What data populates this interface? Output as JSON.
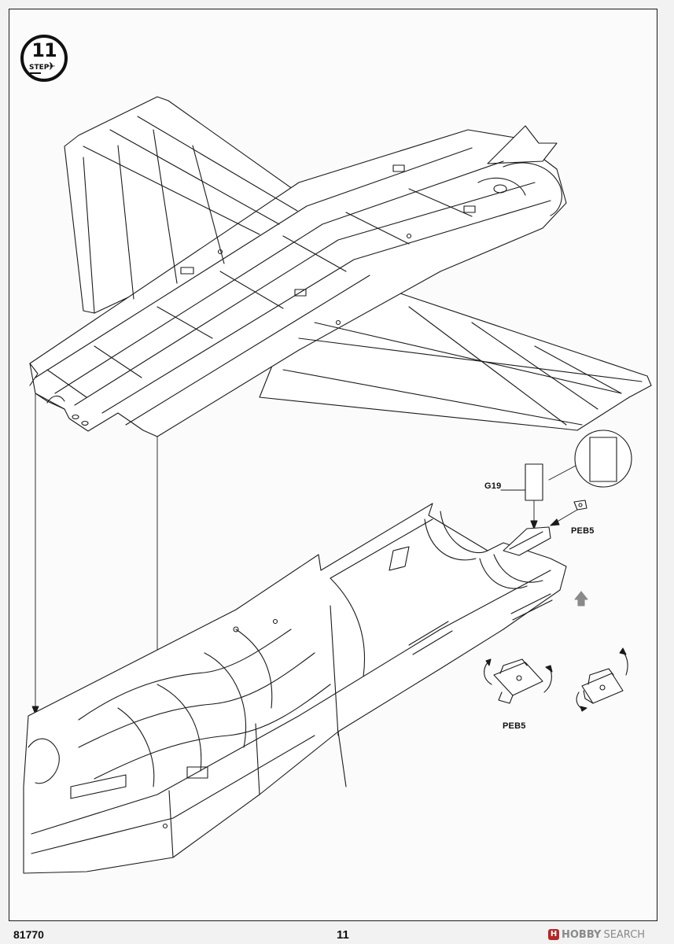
{
  "step": {
    "number": "11",
    "word": "STEP",
    "icon": "aircraft-icon"
  },
  "callouts": {
    "g19": "G19",
    "peb5_top": "PEB5",
    "peb5_bottom": "PEB5"
  },
  "footer": {
    "product_code": "81770",
    "page_number": "11"
  },
  "watermark": {
    "logo_glyph": "H",
    "brand_bold": "HOBBY",
    "brand_light": "SEARCH"
  },
  "colors": {
    "line": "#1b1b1b",
    "paper": "#fbfbfb",
    "arrow_grey": "#8a8a8a",
    "watermark_red": "#b62726"
  }
}
